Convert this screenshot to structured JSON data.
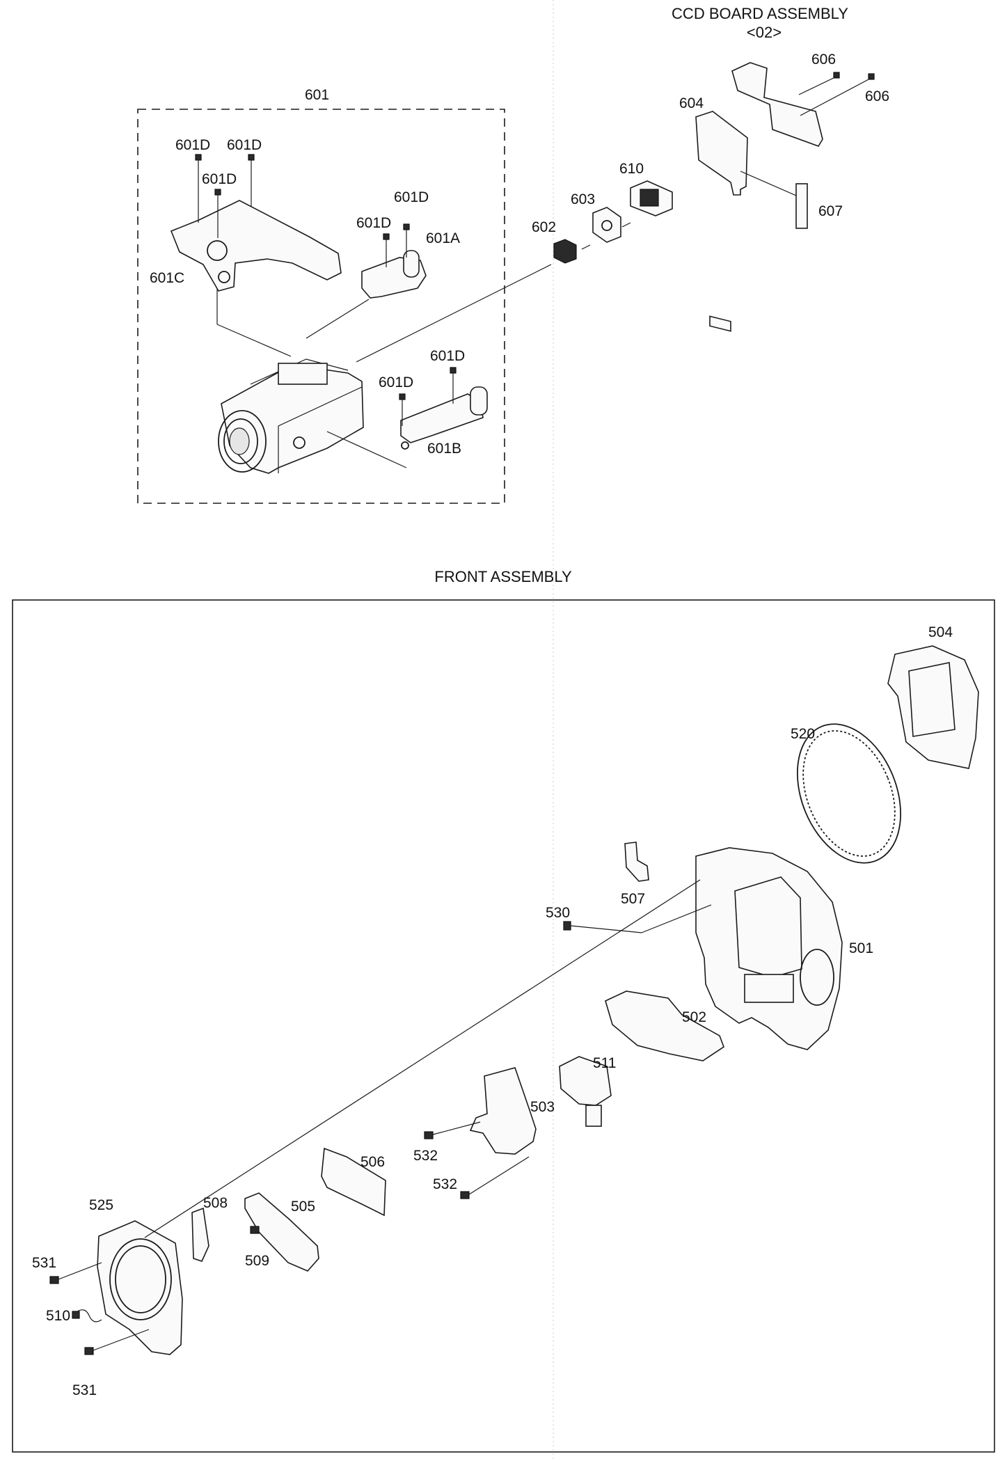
{
  "diagram": {
    "ccd_board_assembly": {
      "title": "CCD BOARD ASSEMBLY",
      "subtitle": "<02>",
      "labels": [
        "606",
        "606",
        "604",
        "610",
        "603",
        "602",
        "607"
      ]
    },
    "lens_block": {
      "group_label": "601",
      "labels": [
        "601D",
        "601D",
        "601D",
        "601D",
        "601D",
        "601D",
        "601D",
        "601A",
        "601C",
        "601B"
      ]
    },
    "front_assembly": {
      "title": "FRONT ASSEMBLY",
      "labels": [
        "504",
        "520",
        "507",
        "530",
        "501",
        "502",
        "511",
        "503",
        "532",
        "532",
        "506",
        "525",
        "508",
        "505",
        "509",
        "531",
        "510",
        "531"
      ]
    }
  }
}
